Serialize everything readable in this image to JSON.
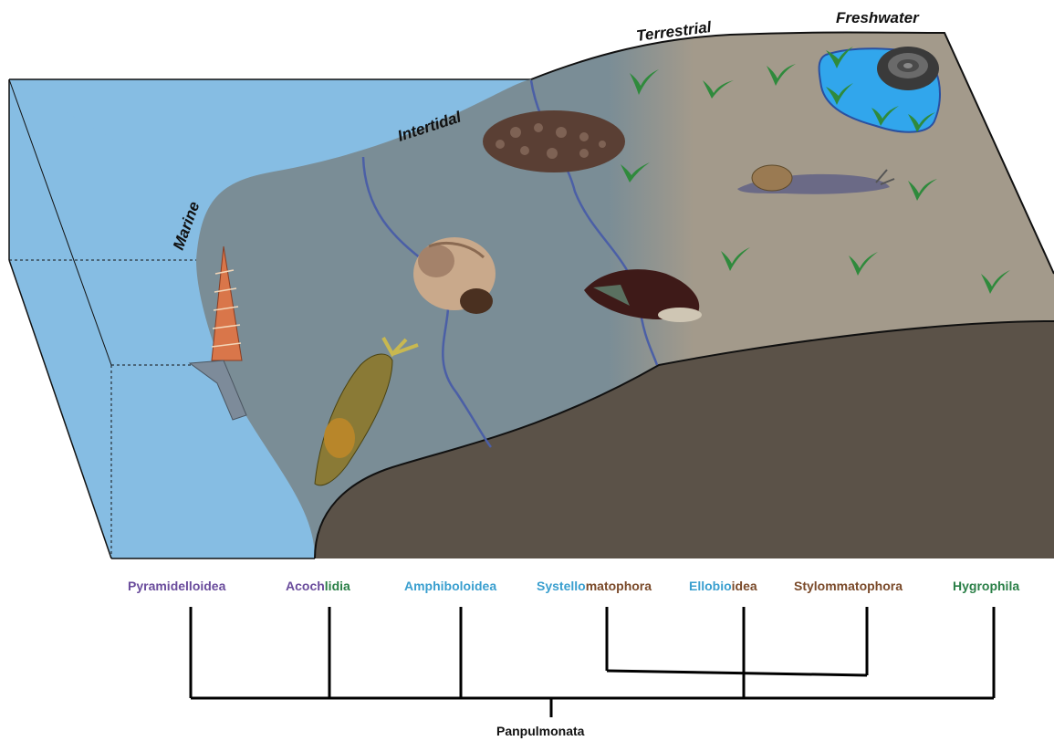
{
  "habitats": {
    "marine": "Marine",
    "intertidal": "Intertidal",
    "terrestrial": "Terrestrial",
    "freshwater": "Freshwater"
  },
  "colors": {
    "water": "#86bde3",
    "intertidal": "#7a8d96",
    "land": "#a39a8b",
    "soil": "#5b5248",
    "shoreline": "#4b5fa6",
    "grass": "#2f8a3c",
    "pond": "#31a6ec",
    "purple": "#6a4c9c",
    "green": "#2a7f47",
    "cyan": "#3a9fcf",
    "brown": "#7a4a2a"
  },
  "taxa": [
    {
      "parts": [
        {
          "text": "Pyramidelloidea",
          "color": "purple"
        }
      ]
    },
    {
      "parts": [
        {
          "text": "Acoch",
          "color": "purple"
        },
        {
          "text": "lidia",
          "color": "green"
        }
      ]
    },
    {
      "parts": [
        {
          "text": "Amphiboloidea",
          "color": "cyan"
        }
      ]
    },
    {
      "parts": [
        {
          "text": "Systello",
          "color": "cyan"
        },
        {
          "text": "matophora",
          "color": "brown"
        }
      ]
    },
    {
      "parts": [
        {
          "text": "Ellobio",
          "color": "cyan"
        },
        {
          "text": "idea",
          "color": "brown"
        }
      ]
    },
    {
      "parts": [
        {
          "text": "Stylommatophora",
          "color": "brown"
        }
      ]
    },
    {
      "parts": [
        {
          "text": "Hygrophila",
          "color": "green"
        }
      ]
    }
  ],
  "root": "Panpulmonata",
  "organisms": [
    "sea-slug",
    "turret-shell-snail",
    "periwinkle-snail",
    "onchidiid-slug",
    "amber-snail",
    "land-slug",
    "ramshorn-snail"
  ]
}
